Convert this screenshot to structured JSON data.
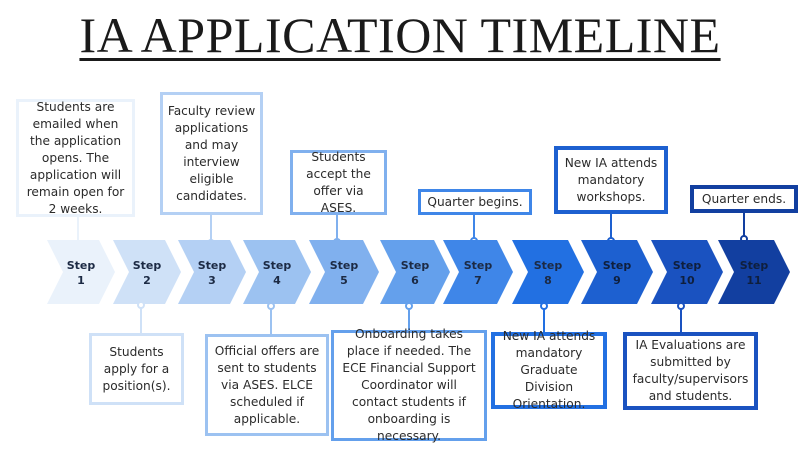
{
  "title": "IA APPLICATION TIMELINE",
  "steps": [
    {
      "word": "Step",
      "num": "1"
    },
    {
      "word": "Step",
      "num": "2"
    },
    {
      "word": "Step",
      "num": "3"
    },
    {
      "word": "Step",
      "num": "4"
    },
    {
      "word": "Step",
      "num": "5"
    },
    {
      "word": "Step",
      "num": "6"
    },
    {
      "word": "Step",
      "num": "7"
    },
    {
      "word": "Step",
      "num": "8"
    },
    {
      "word": "Step",
      "num": "9"
    },
    {
      "word": "Step",
      "num": "10"
    },
    {
      "word": "Step",
      "num": "11"
    }
  ],
  "top_notes": {
    "step1": "Students are emailed when the application opens. The application will remain open for 2 weeks.",
    "step3": "Faculty review applications and may interview eligible candidates.",
    "step5": "Students accept the offer via ASES.",
    "step7": "Quarter begins.",
    "step9": "New IA attends mandatory workshops.",
    "step11": "Quarter ends."
  },
  "bottom_notes": {
    "step2": "Students apply for a position(s).",
    "step4": "Official offers are sent to students via ASES. ELCE scheduled if applicable.",
    "step6": "Onboarding takes place if needed. The ECE Financial Support Coordinator will contact students if onboarding is necessary.",
    "step8": "New IA attends mandatory Graduate Division Orientation.",
    "step10": "IA Evaluations are submitted by faculty/supervisors and students."
  },
  "colors": [
    "#eaf2fb",
    "#cfe1f7",
    "#b4d0f4",
    "#9cc2f1",
    "#80b0ee",
    "#64a0ec",
    "#3f86e8",
    "#2270e2",
    "#1d60d0",
    "#1a52c0",
    "#123fa0"
  ]
}
